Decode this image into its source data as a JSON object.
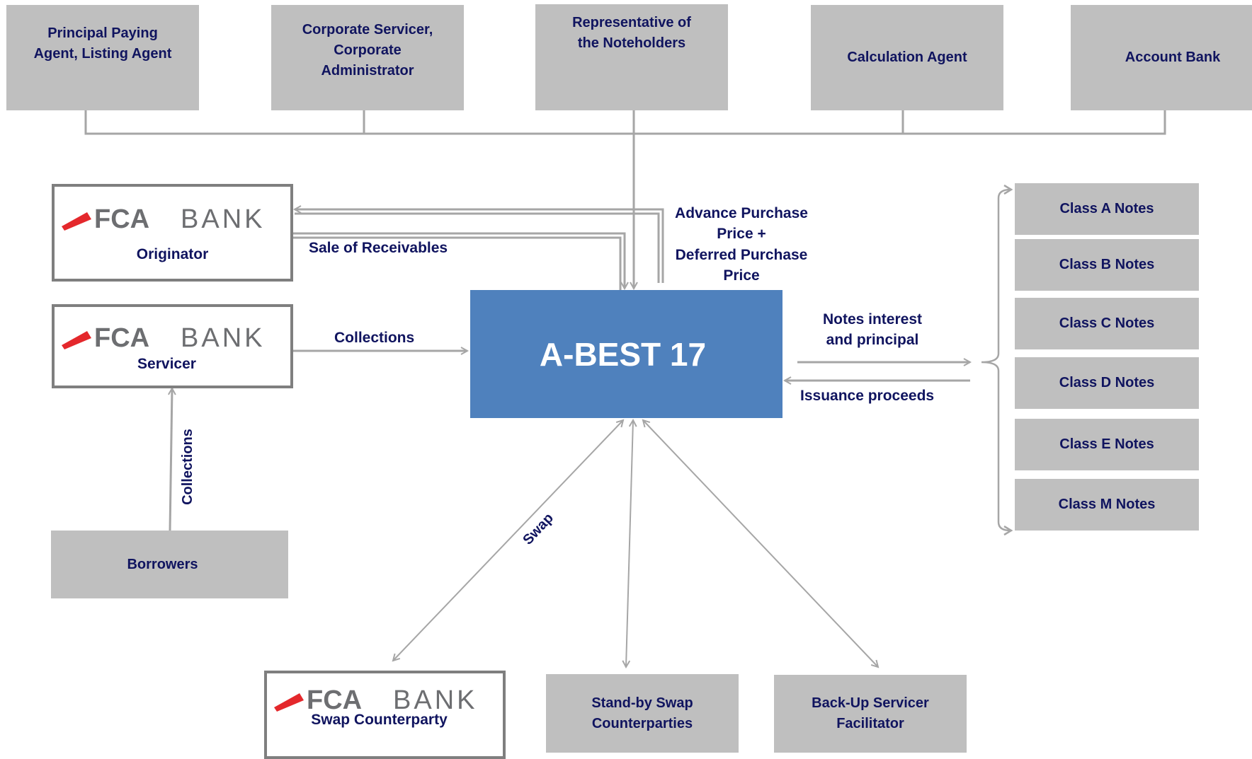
{
  "top_boxes": {
    "paying_agent": "Principal Paying\nAgent, Listing Agent",
    "corporate_servicer": "Corporate Servicer,\nCorporate\nAdministrator",
    "representative": "Representative of\nthe Noteholders",
    "calculation_agent": "Calculation Agent",
    "account_bank": "Account Bank"
  },
  "logo": {
    "brand": "FCA",
    "word": "BANK"
  },
  "originator": {
    "label": "Originator"
  },
  "servicer": {
    "label": "Servicer"
  },
  "swap_counterparty": {
    "label": "Swap Counterparty"
  },
  "borrowers": "Borrowers",
  "center_title": "A-BEST 17",
  "flows": {
    "sale_of_receivables": "Sale of Receivables",
    "purchase_price": "Advance Purchase\nPrice +\nDeferred Purchase\nPrice",
    "collections": "Collections",
    "collections_vertical": "Collections",
    "notes_interest": "Notes interest\nand principal",
    "issuance_proceeds": "Issuance proceeds",
    "swap": "Swap"
  },
  "notes": [
    "Class A Notes",
    "Class B Notes",
    "Class C Notes",
    "Class D Notes",
    "Class E Notes",
    "Class M Notes"
  ],
  "bottom_boxes": {
    "standby_swap": "Stand-by Swap\nCounterparties",
    "backup_servicer": "Back-Up Servicer\nFacilitator"
  },
  "colors": {
    "box_fill": "#bfbfbf",
    "text_navy": "#10145f",
    "center_fill": "#4f81bd",
    "line": "#a6a6a6",
    "logo_red": "#e4282c",
    "logo_gray": "#6d6e71"
  }
}
